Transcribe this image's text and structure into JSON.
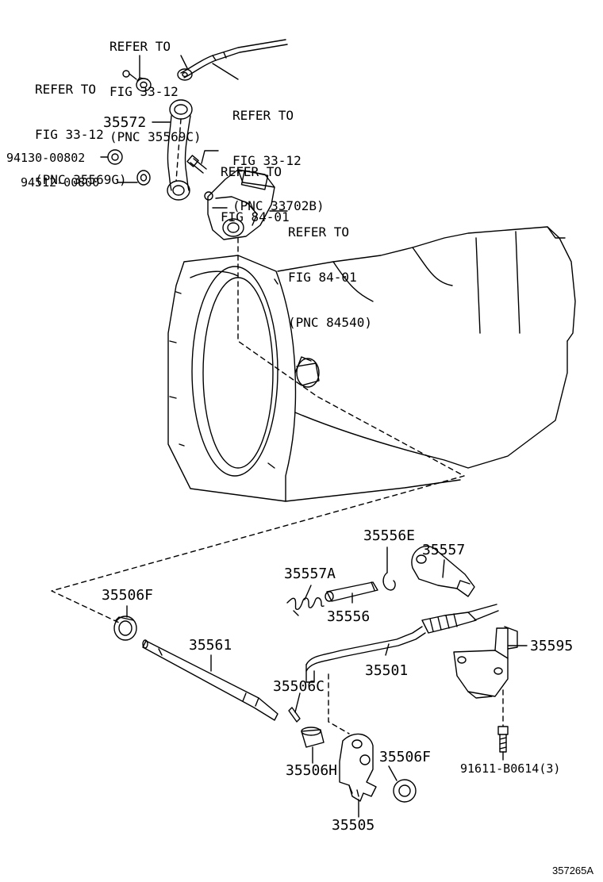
{
  "references": {
    "ref_35569c": [
      "REFER TO",
      "FIG 33-12",
      "(PNC 35569C)"
    ],
    "ref_35569g": [
      "REFER TO",
      "FIG 33-12",
      "(PNC 35569G)"
    ],
    "ref_33702b": [
      "REFER TO",
      "FIG 33-12",
      "(PNC 33702B)"
    ],
    "ref_84_01": [
      "REFER TO",
      "FIG 84-01"
    ],
    "ref_84540": [
      "REFER TO",
      "FIG 84-01",
      "(PNC 84540)"
    ]
  },
  "parts": {
    "p35572": "35572",
    "p94130": "94130-00802",
    "p94512": "94512-00800",
    "p35556e": "35556E",
    "p35557": "35557",
    "p35557a": "35557A",
    "p35556": "35556",
    "p35506f_left": "35506F",
    "p35561": "35561",
    "p35501": "35501",
    "p35595": "35595",
    "p35506c": "35506C",
    "p35506h": "35506H",
    "p35506f_right": "35506F",
    "p35505": "35505",
    "p91611": "91611-B0614(3)"
  },
  "illustration_id": "357265A",
  "colors": {
    "ink": "#000000",
    "paper": "#ffffff"
  }
}
